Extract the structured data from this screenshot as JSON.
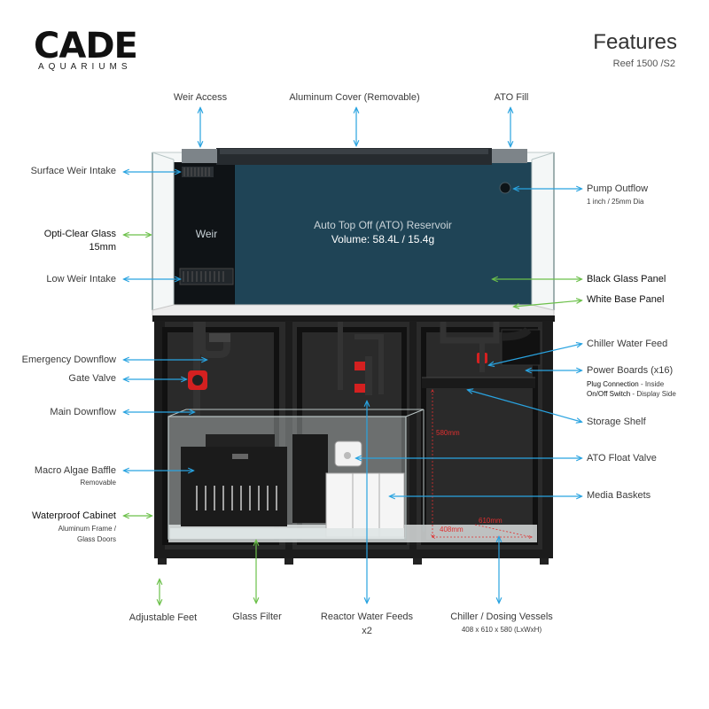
{
  "brand": {
    "name": "CADE",
    "tagline": "AQUARIUMS"
  },
  "header": {
    "title": "Features",
    "subtitle": "Reef 1500 /S2"
  },
  "labels": {
    "weir_access": "Weir Access",
    "aluminum_cover": "Aluminum Cover (Removable)",
    "ato_fill": "ATO Fill",
    "surface_weir": "Surface Weir Intake",
    "opti_clear": "Opti-Clear Glass",
    "opti_clear_sub": "15mm",
    "low_weir": "Low Weir Intake",
    "emergency_downflow": "Emergency Downflow",
    "gate_valve": "Gate Valve",
    "main_downflow": "Main Downflow",
    "macro_algae": "Macro Algae Baffle",
    "macro_algae_sub": "Removable",
    "waterproof_cabinet": "Waterproof Cabinet",
    "waterproof_sub1": "Aluminum Frame /",
    "waterproof_sub2": "Glass Doors",
    "adjustable_feet": "Adjustable Feet",
    "glass_filter": "Glass Filter",
    "reactor_feeds": "Reactor Water Feeds",
    "reactor_feeds_sub": "x2",
    "chiller_dosing": "Chiller / Dosing Vessels",
    "chiller_dosing_sub": "408 x 610 x 580 (LxWxH)",
    "pump_outflow": "Pump Outflow",
    "pump_outflow_sub": "1 inch / 25mm Dia",
    "black_glass": "Black Glass Panel",
    "white_base": "White Base Panel",
    "chiller_feed": "Chiller Water Feed",
    "power_boards": "Power Boards (x16)",
    "plug_connection": "Plug Connection",
    "plug_connection_note": " - Inside",
    "onoff_switch": "On/Off Switch",
    "onoff_switch_note": " - Display Side",
    "storage_shelf": "Storage Shelf",
    "ato_float": "ATO Float Valve",
    "media_baskets": "Media Baskets"
  },
  "tank": {
    "weir_label": "Weir",
    "reservoir_title": "Auto Top Off (ATO) Reservoir",
    "reservoir_volume": "Volume: 58.4L / 15.4g"
  },
  "dimensions": {
    "height": "580mm",
    "width": "610mm",
    "depth": "408mm"
  },
  "colors": {
    "blue_arrow": "#29a3e0",
    "green_arrow": "#6cc04a",
    "dimension": "#e03030",
    "valve": "#d42020"
  }
}
